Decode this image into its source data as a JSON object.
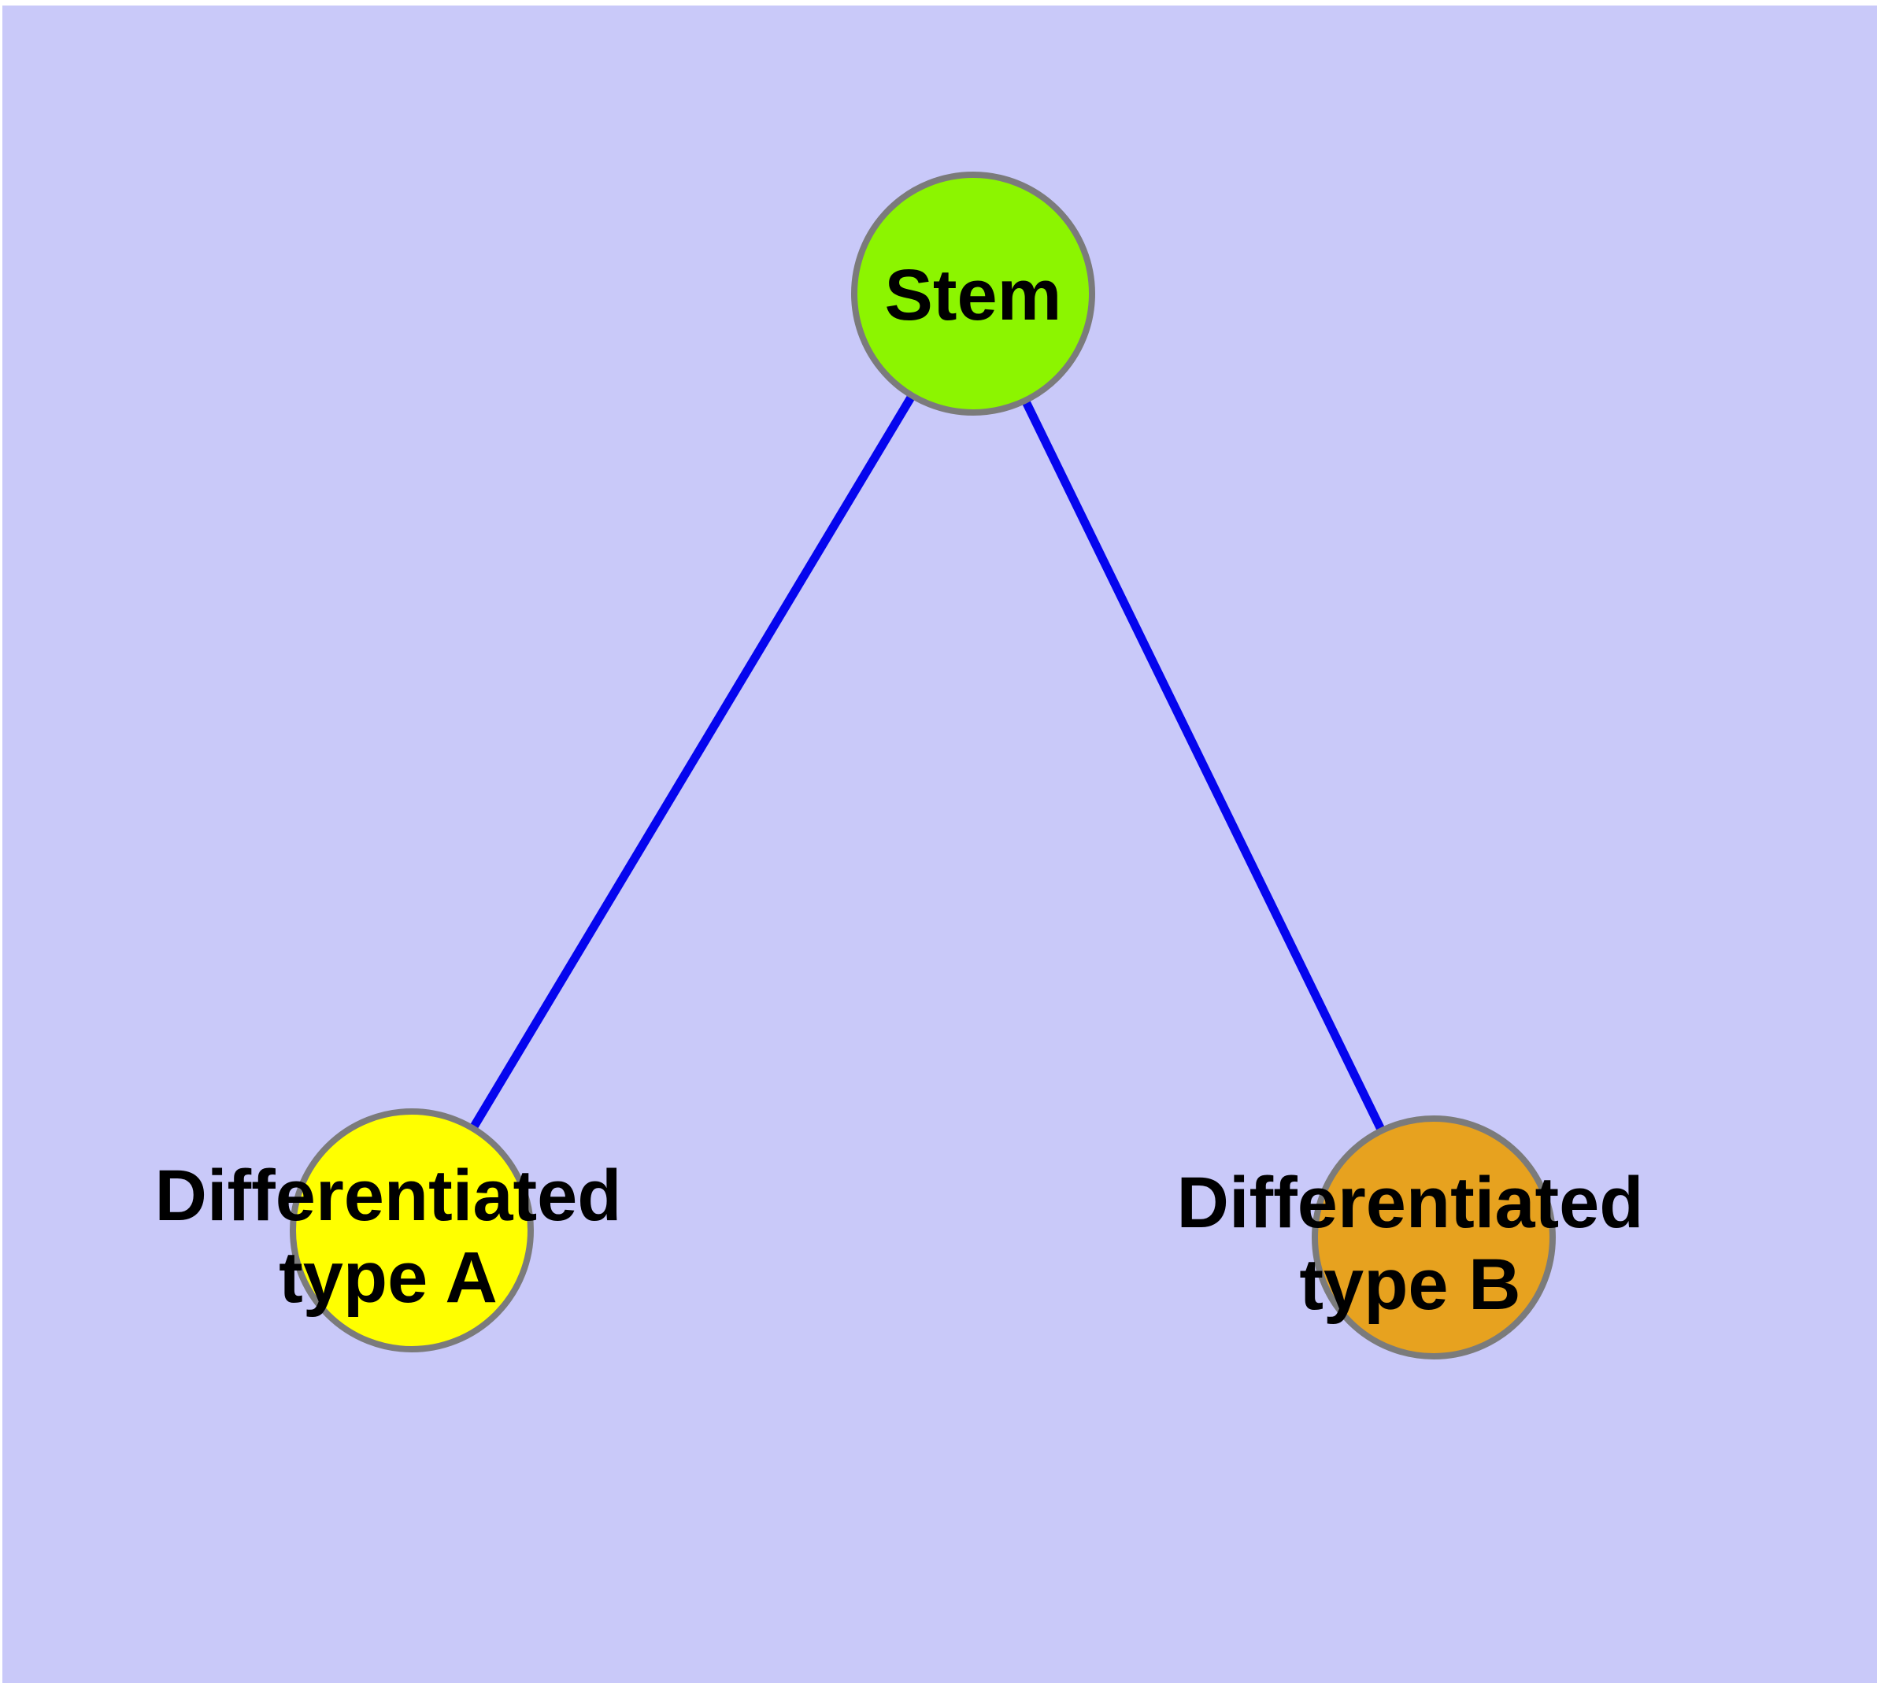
{
  "diagram": {
    "style": {
      "background": "#c9c9f9",
      "page_margin_color": "#ffffff",
      "edge_color": "#0505ee",
      "node_border_color": "#7b7b7b",
      "label_color": "#000000"
    },
    "nodes": [
      {
        "id": "stem",
        "label": "Stem",
        "color": "#8cf500"
      },
      {
        "id": "type-a",
        "label_line1": "Differentiated",
        "label_line2": "type A",
        "color": "#ffff00"
      },
      {
        "id": "type-b",
        "label_line1": "Differentiated",
        "label_line2": "type B",
        "color": "#e7a21f"
      }
    ],
    "edges": [
      {
        "from": "Stem",
        "to": "Differentiated type A"
      },
      {
        "from": "Stem",
        "to": "Differentiated type B"
      }
    ]
  }
}
